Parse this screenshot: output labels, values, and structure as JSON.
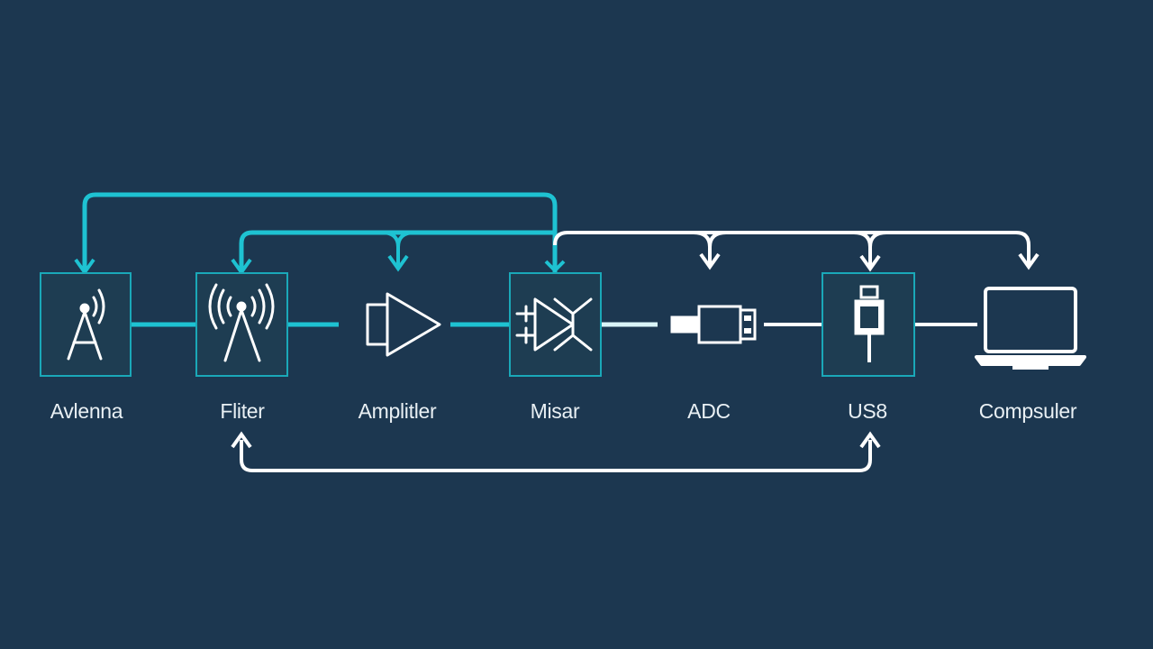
{
  "colors": {
    "background": "#1c3750",
    "accent": "#1ec2d2",
    "line": "#ffffff",
    "box_border": "#1aa8b8",
    "box_fill": "#1e3d52",
    "label": "#e9f0f4"
  },
  "stages": [
    {
      "id": "antenna",
      "label": "Avlenna",
      "icon": "antenna-tower-icon",
      "boxed": true
    },
    {
      "id": "filter",
      "label": "Fliter",
      "icon": "antenna-signal-icon",
      "boxed": true
    },
    {
      "id": "amplifier",
      "label": "Amplitler",
      "icon": "amplifier-triangle-icon",
      "boxed": false
    },
    {
      "id": "mixer",
      "label": "Misar",
      "icon": "mixer-icon",
      "boxed": true
    },
    {
      "id": "adc",
      "label": "ADC",
      "icon": "usb-plug-icon",
      "boxed": false
    },
    {
      "id": "usb",
      "label": "US8",
      "icon": "usb-connector-icon",
      "boxed": true
    },
    {
      "id": "computer",
      "label": "Compsuler",
      "icon": "laptop-icon",
      "boxed": false
    }
  ]
}
